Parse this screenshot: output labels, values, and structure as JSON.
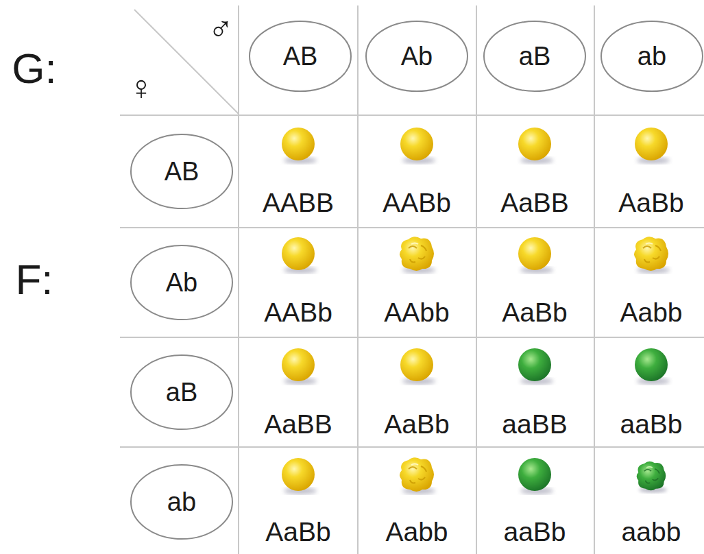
{
  "diagram": {
    "nodes": [
      {
        "text": [
          "AB"
        ]
      },
      {
        "text": [
          "Ab"
        ]
      },
      {
        "text": [
          "aB"
        ]
      },
      {
        "text": [
          "ab"
        ]
      },
      {
        "text": [
          "AB"
        ]
      },
      {
        "text": [
          "Ab"
        ]
      },
      {
        "text": [
          "aB"
        ]
      },
      {
        "text": [
          "ab"
        ]
      }
    ],
    "labels": [
      "G:",
      "♂",
      "♀",
      "F:",
      "AABB",
      "AABb",
      "AaBB",
      "AaBb",
      "AABb",
      "AAbb",
      "AaBb",
      "Aabb",
      "AaBB",
      "AaBb",
      "aaBB",
      "aaBb",
      "AaBb",
      "Aabb",
      "aaBb",
      "aabb"
    ]
  }
}
